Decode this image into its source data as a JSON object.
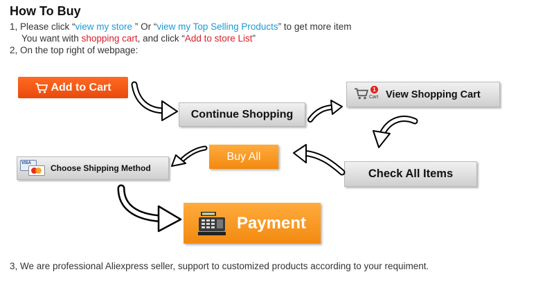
{
  "header": {
    "title": "How To Buy"
  },
  "steps": {
    "s1_prefix": "1, Please click “",
    "s1_link1": "view my store",
    "s1_mid": " ” Or “",
    "s1_link2": "view my Top Selling Products",
    "s1_suffix": "” to get more item",
    "s1b_prefix": "You want with ",
    "s1b_link": "shopping cart",
    "s1b_mid": ", and click “",
    "s1b_link2": "Add to store List",
    "s1b_suffix": "”",
    "s2": "2, On the top right of webpage:",
    "s3": "3, We are professional Aliexpress seller, support to customized products according to your requiment."
  },
  "flow": {
    "add_to_cart": "Add to Cart",
    "continue_shopping": "Continue Shopping",
    "view_shopping_cart": "View Shopping Cart",
    "cart_icon_label": "Cart",
    "cart_badge": "1",
    "check_all_items": "Check All Items",
    "buy_all": "Buy All",
    "choose_shipping": "Choose Shipping Method",
    "visa_label": "VISA",
    "payment": "Payment"
  },
  "colors": {
    "link_blue": "#1a9bd6",
    "link_red": "#d81e2a",
    "add_cart_orange": "#f25a17",
    "button_orange": "#f7941d"
  },
  "icons": [
    "cart-icon",
    "shopping-cart-icon",
    "credit-card-icon",
    "cash-register-icon",
    "curved-arrow-icon"
  ]
}
